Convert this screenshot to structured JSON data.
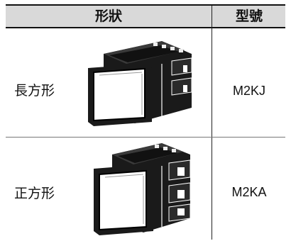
{
  "table": {
    "headers": {
      "shape": "形狀",
      "model": "型號"
    },
    "rows": [
      {
        "shape": "長方形",
        "model": "M2KJ",
        "illustration": "rectangular-switch"
      },
      {
        "shape": "正方形",
        "model": "M2KA",
        "illustration": "square-switch"
      }
    ]
  }
}
